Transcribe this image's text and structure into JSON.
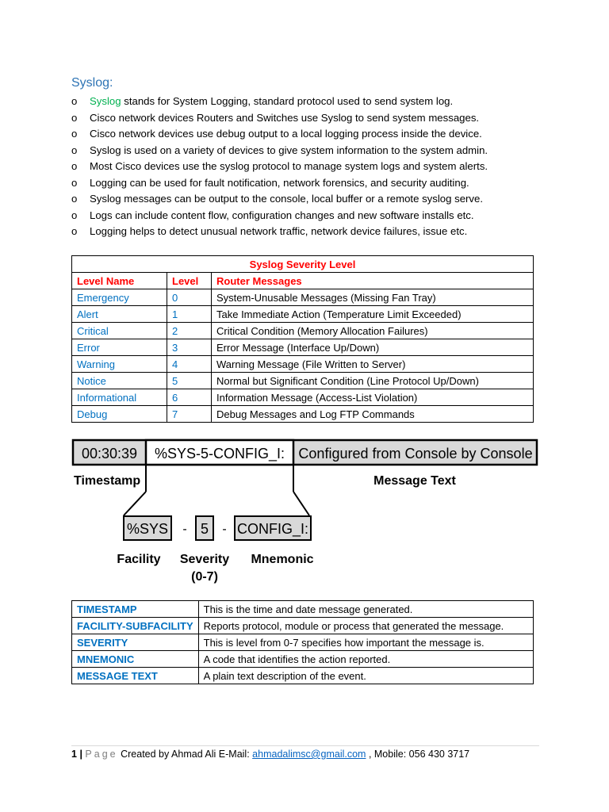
{
  "heading": "Syslog:",
  "bullet_marker": "o",
  "bullets": {
    "first_highlight": "Syslog",
    "first_rest": " stands for System Logging, standard protocol used to send system log.",
    "items": [
      "Cisco network devices Routers and Switches use Syslog to send system messages.",
      "Cisco network devices use debug output to a local logging process inside the device.",
      "Syslog is used on a variety of devices to give system information to the system admin.",
      "Most Cisco devices use the syslog protocol to manage system logs and system alerts.",
      "Logging can be used for fault notification, network forensics, and security auditing.",
      "Syslog messages can be output to the console, local buffer or a remote syslog serve.",
      "Logs can include content flow, configuration changes and new software installs etc.",
      "Logging helps to detect unusual network traffic, network device failures, issue etc."
    ]
  },
  "severity_table": {
    "title": "Syslog Severity Level",
    "headers": [
      "Level Name",
      "Level",
      "Router Messages"
    ],
    "rows": [
      [
        "Emergency",
        "0",
        "System-Unusable Messages (Missing Fan Tray)"
      ],
      [
        "Alert",
        "1",
        "Take Immediate Action (Temperature Limit Exceeded)"
      ],
      [
        "Critical",
        "2",
        "Critical Condition (Memory Allocation Failures)"
      ],
      [
        "Error",
        "3",
        "Error Message (Interface Up/Down)"
      ],
      [
        "Warning",
        "4",
        "Warning Message (File Written to Server)"
      ],
      [
        "Notice",
        "5",
        "Normal but Significant Condition (Line Protocol Up/Down)"
      ],
      [
        "Informational",
        "6",
        "Information Message (Access-List Violation)"
      ],
      [
        "Debug",
        "7",
        "Debug Messages and Log FTP Commands"
      ]
    ]
  },
  "diagram": {
    "timestamp_value": "00:30:39",
    "code_value": "%SYS-5-CONFIG_I:",
    "message_value": "Configured from Console by Console",
    "timestamp_label": "Timestamp",
    "message_label": "Message Text",
    "facility_value": "%SYS",
    "severity_value": "5",
    "mnemonic_value": "CONFIG_I:",
    "separator": "-",
    "facility_label": "Facility",
    "severity_label": "Severity",
    "severity_range": "(0-7)",
    "mnemonic_label": "Mnemonic"
  },
  "fields_table": {
    "rows": [
      [
        "TIMESTAMP",
        "This is the time and date message generated."
      ],
      [
        "FACILITY-SUBFACILITY",
        "Reports protocol, module or process that generated the message."
      ],
      [
        "SEVERITY",
        "This is level from 0-7 specifies how important the message is."
      ],
      [
        "MNEMONIC",
        "A code that identifies the action reported."
      ],
      [
        "MESSAGE TEXT",
        "A plain text description of the event."
      ]
    ]
  },
  "footer": {
    "page_number": "1",
    "separator": "|",
    "page_word": "Page",
    "created_by": "Created by Ahmad Ali E-Mail:",
    "email": "ahmadalimsc@gmail.com",
    "mobile": ", Mobile: 056 430 3717"
  }
}
